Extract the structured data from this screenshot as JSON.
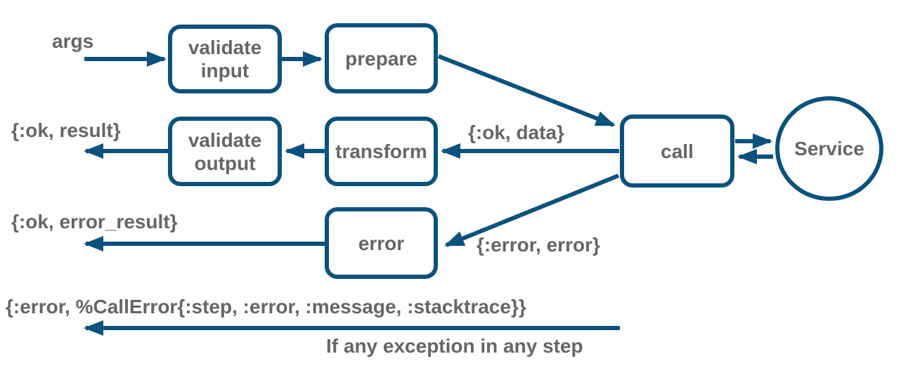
{
  "diagram": {
    "title_hint": "pipeline flow diagram",
    "colors": {
      "line": "#0a527d",
      "text": "#666666",
      "background": "#ffffff"
    },
    "nodes": {
      "validate_input": {
        "line1": "validate",
        "line2": "input"
      },
      "prepare": {
        "label": "prepare"
      },
      "call": {
        "label": "call"
      },
      "service": {
        "label": "Service"
      },
      "validate_output": {
        "line1": "validate",
        "line2": "output"
      },
      "transform": {
        "label": "transform"
      },
      "error": {
        "label": "error"
      }
    },
    "labels": {
      "args": "args",
      "ok_result": "{:ok, result}",
      "ok_data": "{:ok, data}",
      "ok_error_result": "{:ok, error_result}",
      "error_error": "{:error, error}",
      "call_error": "{:error, %CallError{:step, :error, :message, :stacktrace}}",
      "exception_note": "If any exception in any step"
    }
  }
}
